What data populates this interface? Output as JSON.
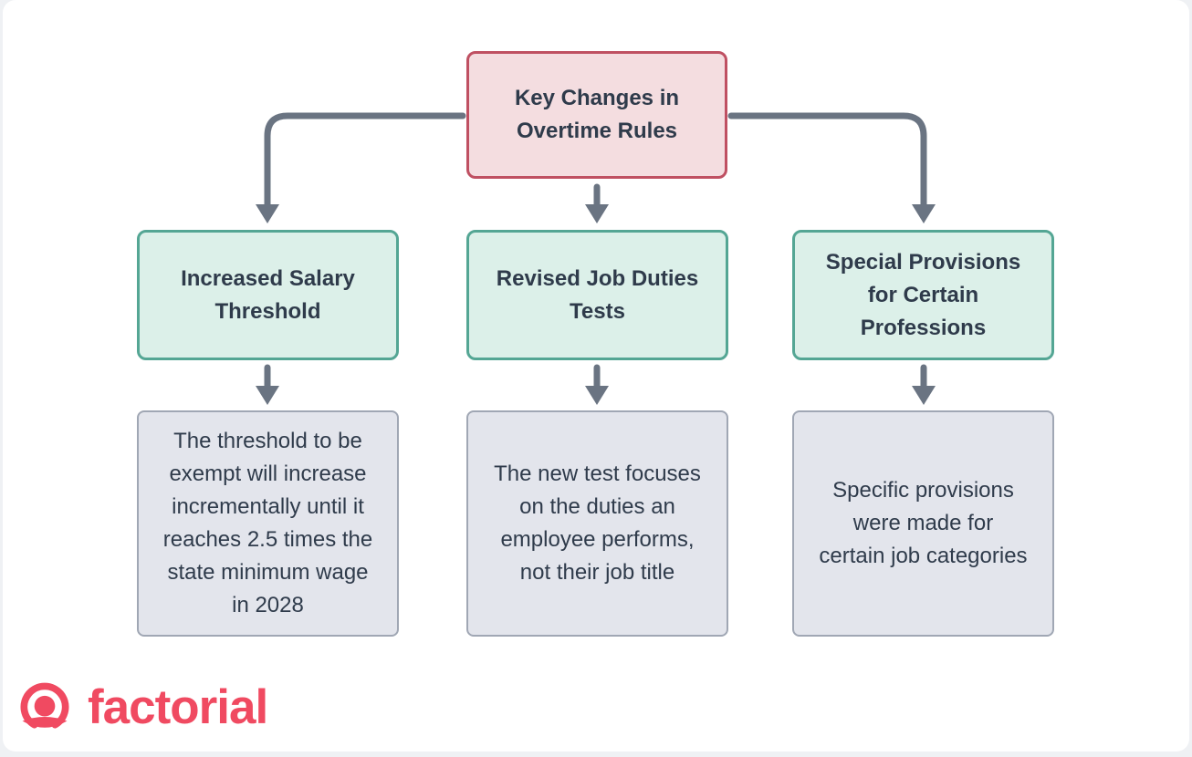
{
  "colors": {
    "page_bg": "#eff1f4",
    "card_bg": "#ffffff",
    "root_fill": "#f4dde0",
    "root_border": "#bf5062",
    "branch_fill": "#dcf0e9",
    "branch_border": "#54a694",
    "desc_fill": "#e3e5ec",
    "desc_border": "#a0a7b4",
    "text": "#2f3b4b",
    "arrow": "#6a7482",
    "brand": "#f04a61"
  },
  "diagram": {
    "root": {
      "label": "Key Changes in\nOvertime Rules"
    },
    "branches": [
      {
        "title": "Increased Salary\nThreshold",
        "description": "The threshold to be\nexempt will increase\nincrementally until it\nreaches 2.5 times the\nstate minimum wage\nin 2028"
      },
      {
        "title": "Revised Job Duties\nTests",
        "description": "The new test focuses\non the duties an\nemployee performs,\nnot their job title"
      },
      {
        "title": "Special Provisions\nfor Certain\nProfessions",
        "description": "Specific provisions\nwere made for\ncertain job categories"
      }
    ]
  },
  "footer": {
    "brand_name": "factorial",
    "logo_icon": "person-in-circle"
  }
}
